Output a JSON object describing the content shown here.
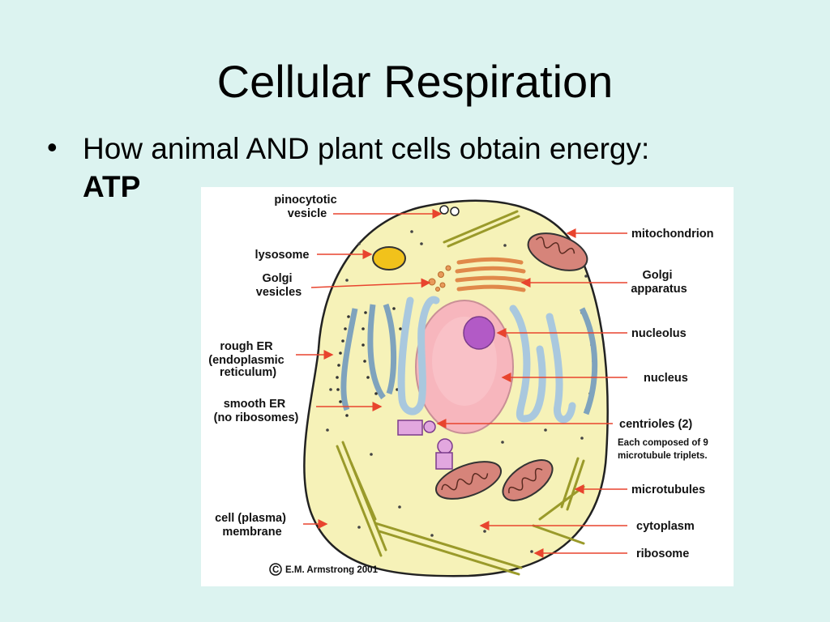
{
  "slide": {
    "title": "Cellular Respiration",
    "bullet_symbol": "•",
    "bullet_text": "How animal AND plant cells obtain energy: ",
    "bullet_bold": "ATP"
  },
  "figure": {
    "labels_left": {
      "pinocytotic": [
        "pinocytotic",
        "vesicle"
      ],
      "lysosome": [
        "lysosome"
      ],
      "golgi_vesicles": [
        "Golgi",
        "vesicles"
      ],
      "rough_er": [
        "rough ER",
        "(endoplasmic",
        "reticulum)"
      ],
      "smooth_er": [
        "smooth ER",
        "(no ribosomes)"
      ],
      "cell_membrane": [
        "cell (plasma)",
        "membrane"
      ]
    },
    "labels_right": {
      "mitochondrion": [
        "mitochondrion"
      ],
      "golgi_apparatus": [
        "Golgi",
        "apparatus"
      ],
      "nucleolus": [
        "nucleolus"
      ],
      "nucleus": [
        "nucleus"
      ],
      "centrioles": [
        "centrioles (2)"
      ],
      "centrioles_note": [
        "Each composed of 9",
        "microtubule triplets."
      ],
      "microtubules": [
        "microtubules"
      ],
      "cytoplasm": [
        "cytoplasm"
      ],
      "ribosome": [
        "ribosome"
      ]
    },
    "copyright_symbol": "C",
    "credit": "E.M. Armstrong 2001",
    "colors": {
      "cytoplasm": "#f6f2b8",
      "nucleus": "#f7b6bd",
      "nucleolus": "#b25ac6",
      "er": "#a9c8de",
      "golgi": "#f0a66a",
      "lysosome": "#f1c21b",
      "mitochondrion": "#d6847a",
      "arrow": "#e8442e"
    }
  }
}
